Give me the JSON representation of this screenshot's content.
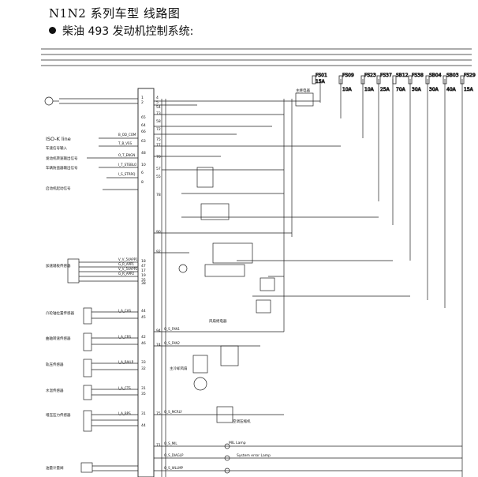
{
  "header": {
    "title": "N1N2 系列车型  线路图",
    "subtitle": "柴油 493 发动机控制系统:"
  },
  "fuses": [
    {
      "id": "FS01",
      "rating": "15A"
    },
    {
      "id": "FS09",
      "rating": "10A"
    },
    {
      "id": "FS23",
      "rating": "10A"
    },
    {
      "id": "FS37",
      "rating": "25A"
    },
    {
      "id": "SB12",
      "rating": "70A"
    },
    {
      "id": "FS38",
      "rating": "30A"
    },
    {
      "id": "SB04",
      "rating": "30A"
    },
    {
      "id": "SB03",
      "rating": "40A"
    },
    {
      "id": "FS29",
      "rating": "15A"
    }
  ],
  "left_labels": [
    {
      "text": "ISO-K line"
    },
    {
      "text": "车速信号输入"
    },
    {
      "text": "发动机转速输出信号"
    },
    {
      "text": "车辆防盗器输出信号"
    },
    {
      "text": "启动机起动信号"
    },
    {
      "text": "加速踏板传感器"
    },
    {
      "text": "凸轮轴位置传感器"
    },
    {
      "text": "曲轴转速传感器"
    },
    {
      "text": "轨压传感器"
    },
    {
      "text": "水温传感器"
    },
    {
      "text": "增压压力传感器"
    },
    {
      "text": "油量计量阀"
    }
  ],
  "ecu_pins_left": [
    "1",
    "2",
    "65",
    "64",
    "66",
    "63",
    "48",
    "10",
    "6",
    "8",
    "18",
    "47",
    "17",
    "19",
    "35",
    "38",
    "44",
    "45",
    "42",
    "46",
    "33",
    "32",
    "31",
    "35",
    "31",
    "44"
  ],
  "ecu_pins_right": [
    "4",
    "5",
    "54",
    "73",
    "58",
    "72",
    "75",
    "77",
    "70",
    "57",
    "55",
    "78",
    "90",
    "92",
    "94",
    "74",
    "75",
    "71"
  ],
  "signals": [
    "B_OD_COM",
    "T_B_VSS",
    "O_T_ENGN",
    "I_T_STEBLO",
    "I_S_STRRQ",
    "V_V_5VAPP1",
    "G_R_APP1",
    "V_V_5VAPP2",
    "G_R_APP2",
    "I_A_CAS",
    "I_A_CRS",
    "I_A_RAILP",
    "I_A_CTS",
    "I_A_BPS",
    "O_S_FAN1",
    "O_S_FAN2",
    "O_S_MCRLY",
    "O_S_MIL",
    "O_S_DIAGLP",
    "O_S_WLLMP"
  ],
  "component_labels": [
    "主继电器",
    "风扇继电器",
    "主冷却风扇",
    "空调压缩机",
    "MIL Lamp",
    "System error Lamp"
  ]
}
